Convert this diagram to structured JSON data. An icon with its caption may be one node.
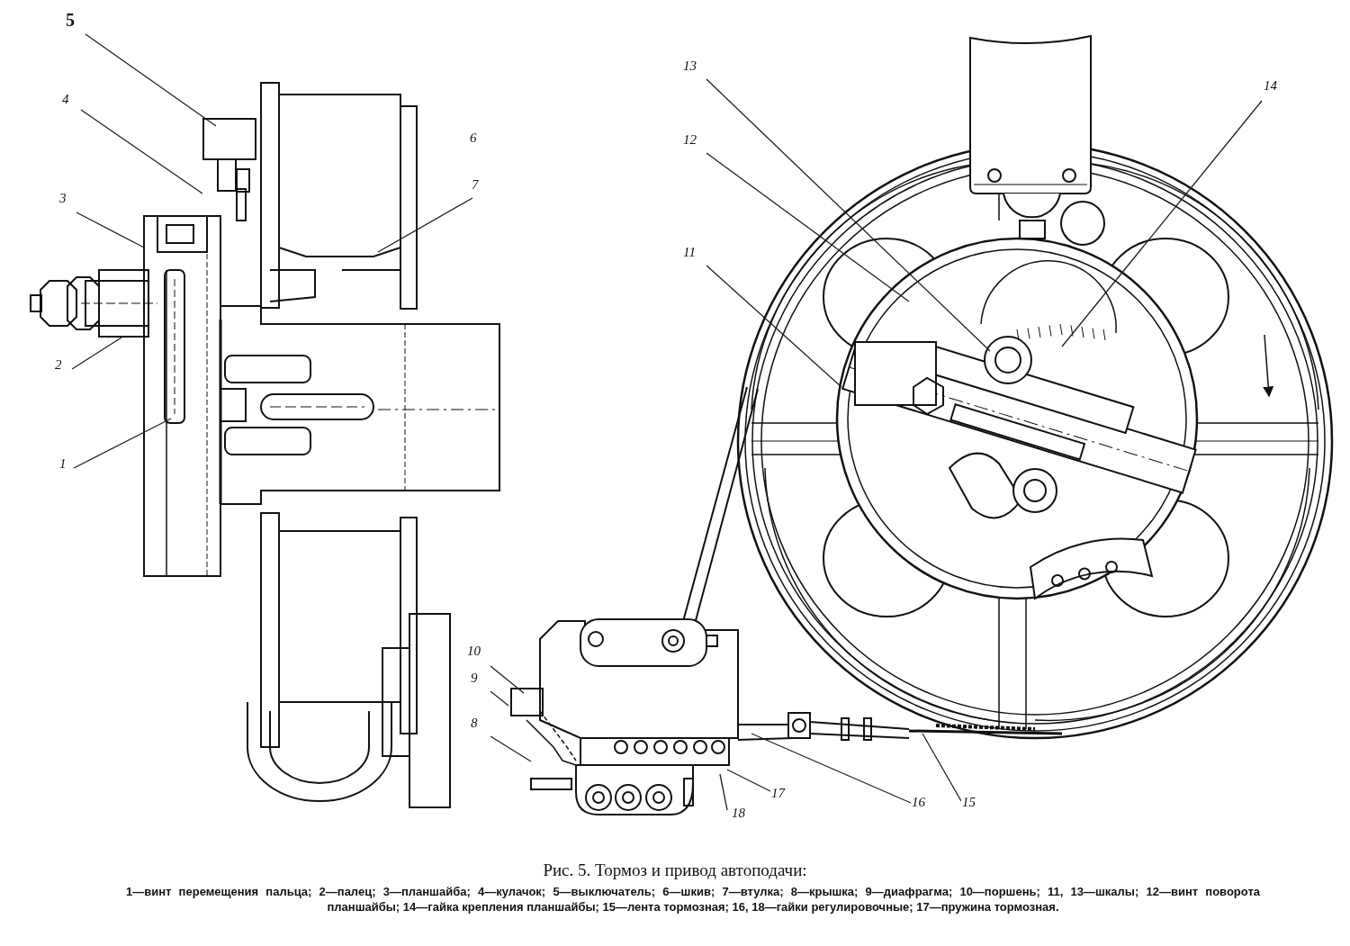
{
  "diagram": {
    "caption": "Рис. 5. Тормоз и привод автоподачи:",
    "nodes": [
      {
        "text": [
          "5"
        ]
      },
      {
        "text": [
          "13"
        ]
      },
      {
        "text": [
          "14"
        ]
      },
      {
        "text": [
          "4"
        ]
      },
      {
        "text": [
          "12"
        ]
      },
      {
        "text": [
          "7"
        ]
      },
      {
        "text": [
          "3"
        ]
      },
      {
        "text": [
          "11"
        ]
      },
      {
        "text": [
          "2"
        ]
      },
      {
        "text": [
          "1"
        ]
      },
      {
        "text": [
          "10"
        ]
      },
      {
        "text": [
          "9"
        ]
      },
      {
        "text": [
          "8"
        ]
      },
      {
        "text": [
          "17"
        ]
      },
      {
        "text": [
          "16"
        ]
      },
      {
        "text": [
          "15"
        ]
      },
      {
        "text": [
          "18"
        ]
      }
    ],
    "edges": [
      {
        "from": 0,
        "to": null,
        "arrow": "none"
      },
      {
        "from": 1,
        "to": null,
        "arrow": "none"
      },
      {
        "from": 2,
        "to": null,
        "arrow": "none"
      },
      {
        "from": 3,
        "to": null,
        "arrow": "none"
      },
      {
        "from": 4,
        "to": null,
        "arrow": "none"
      },
      {
        "from": 5,
        "to": null,
        "arrow": "none"
      },
      {
        "from": 6,
        "to": null,
        "arrow": "none"
      },
      {
        "from": 7,
        "to": null,
        "arrow": "none"
      },
      {
        "from": 8,
        "to": null,
        "arrow": "none"
      },
      {
        "from": 9,
        "to": null,
        "arrow": "none"
      },
      {
        "from": 10,
        "to": null,
        "arrow": "none"
      },
      {
        "from": 11,
        "to": null,
        "arrow": "none"
      },
      {
        "from": 12,
        "to": null,
        "arrow": "none"
      },
      {
        "from": 13,
        "to": null,
        "arrow": "none"
      },
      {
        "from": 14,
        "to": null,
        "arrow": "none"
      },
      {
        "from": 15,
        "to": null,
        "arrow": "none"
      },
      {
        "from": 16,
        "to": null,
        "arrow": "none"
      }
    ],
    "labels": [
      "6",
      "1—винт перемещения пальца; 2—палец; 3—планшайба; 4—кулачок; 5—выключатель; 6—шкив; 7—втулка; 8—крышка; 9—диафрагма; 10—поршень; 11, 13—шкалы; 12—винт поворота планшайбы; 14—гайка крепления планшайбы; 15—лента тормозная; 16, 18—гайки регулировочные; 17—пружина тормозная."
    ]
  }
}
